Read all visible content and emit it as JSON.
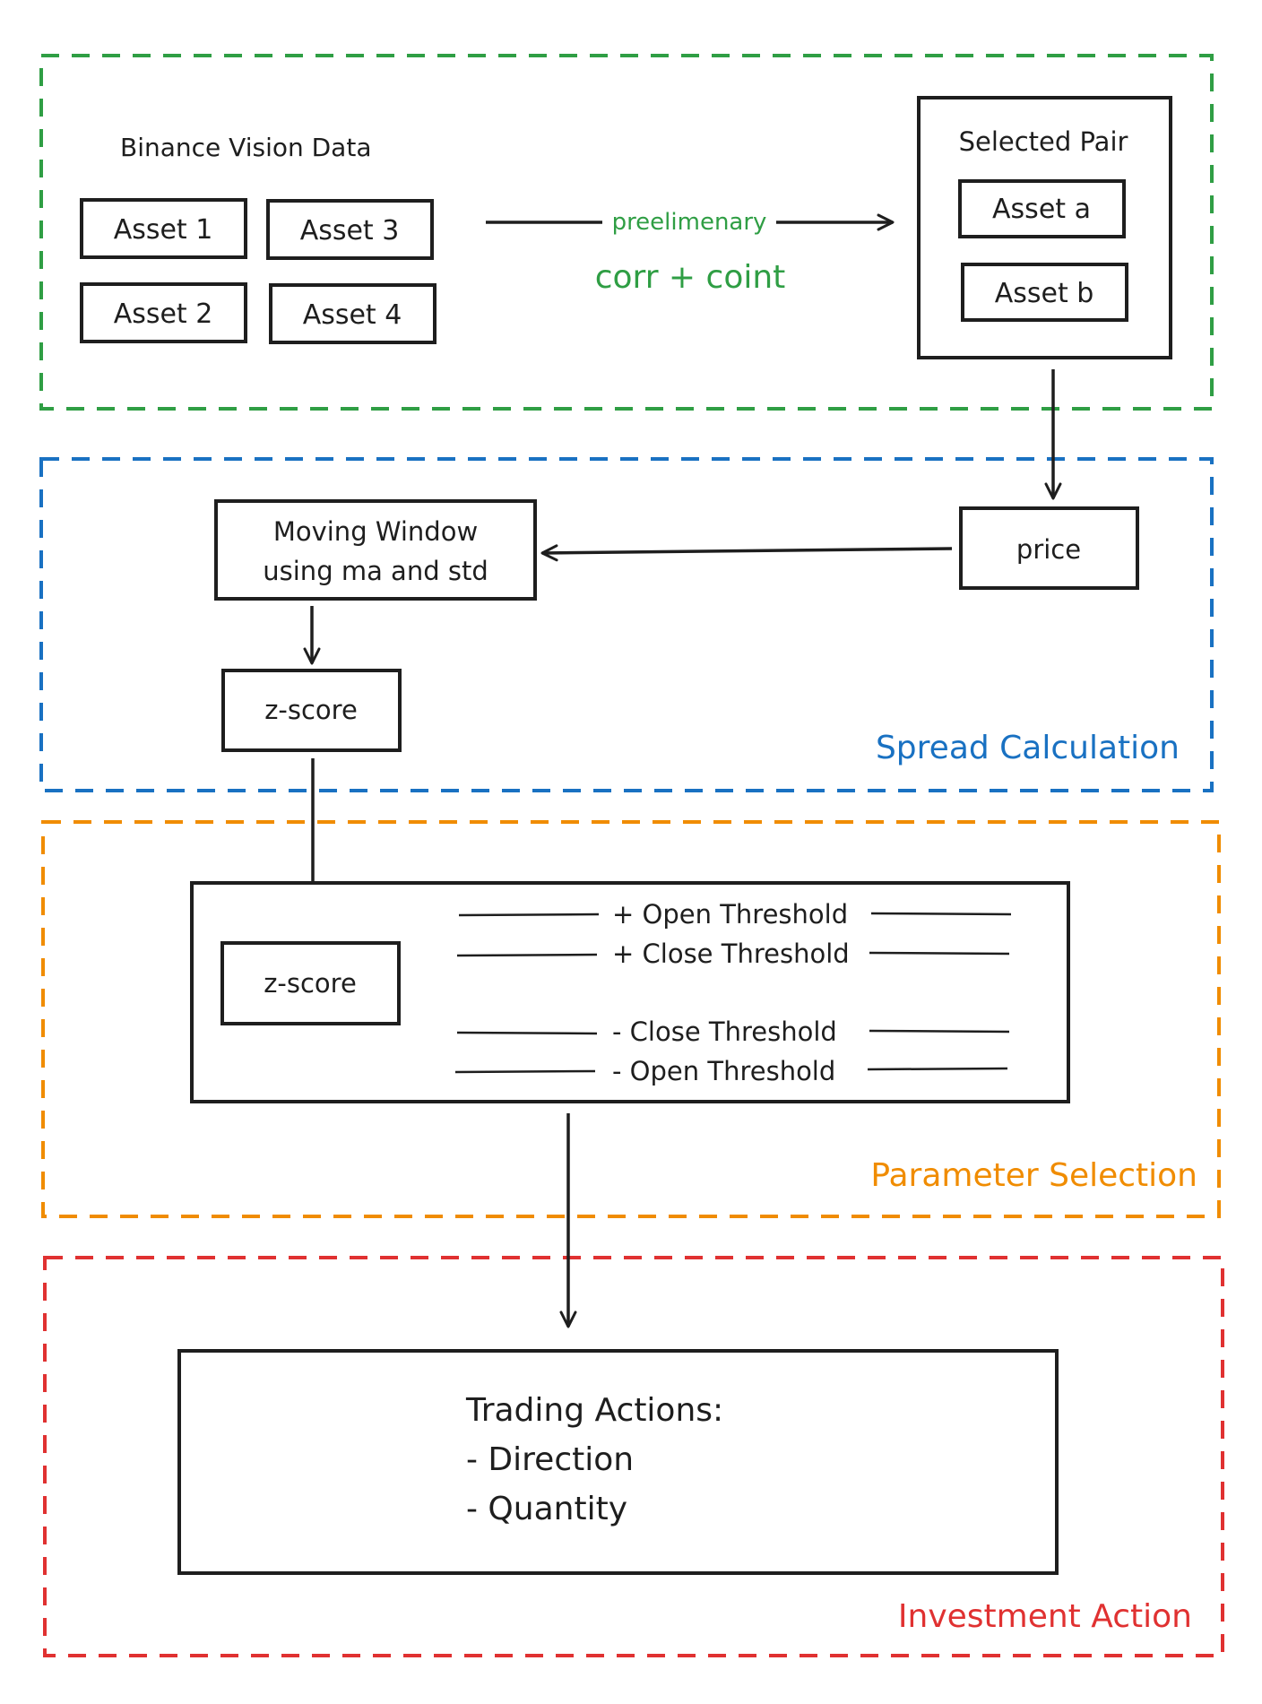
{
  "colors": {
    "green": "#2f9e44",
    "blue": "#1971c2",
    "orange": "#f08c00",
    "red": "#e03131",
    "ink": "#1e1e1e"
  },
  "groups": {
    "data": {
      "label": ""
    },
    "spread": {
      "label": "Spread Calculation"
    },
    "parameter": {
      "label": "Parameter Selection"
    },
    "investment": {
      "label": "Investment Action"
    }
  },
  "source": {
    "title": "Binance Vision Data",
    "assets": [
      "Asset 1",
      "Asset 3",
      "Asset 2",
      "Asset 4"
    ]
  },
  "filter": {
    "label_top": "preelimenary",
    "label_bottom": "corr + coint"
  },
  "pair": {
    "title": "Selected Pair",
    "assets": [
      "Asset a",
      "Asset b"
    ]
  },
  "spread": {
    "price": "price",
    "window_line1": "Moving Window",
    "window_line2": "using ma and std",
    "zscore": "z-score"
  },
  "parameter": {
    "zscore": "z-score",
    "thresholds": [
      "+ Open Threshold",
      "+ Close Threshold",
      "- Close Threshold",
      "- Open Threshold"
    ]
  },
  "actions": {
    "title": "Trading Actions:",
    "items": [
      "- Direction",
      "- Quantity"
    ]
  }
}
